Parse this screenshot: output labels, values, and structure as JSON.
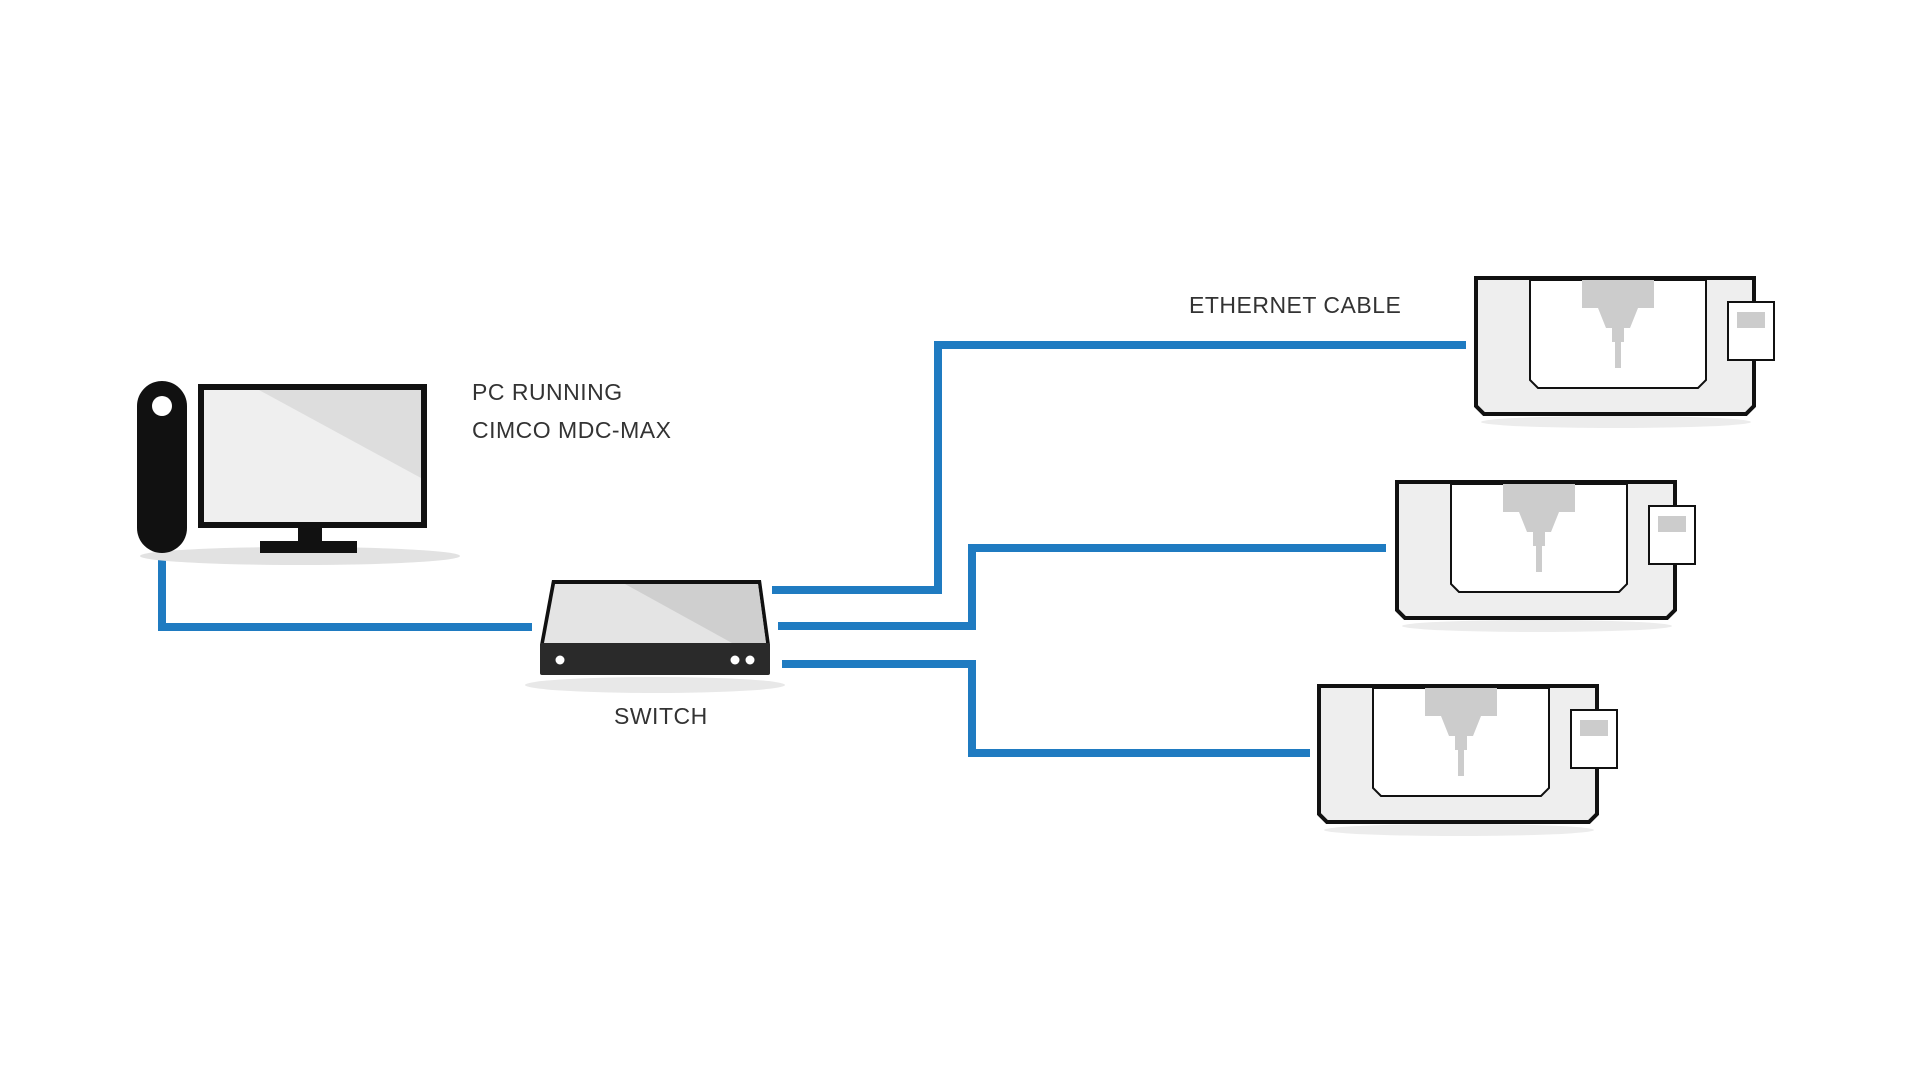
{
  "labels": {
    "pc_line1": "PC RUNNING",
    "pc_line2": "CIMCO MDC-MAX",
    "switch": "SWITCH",
    "ethernet_cable": "ETHERNET CABLE"
  },
  "colors": {
    "cable": "#1f7bc1",
    "outline": "#111111",
    "panel_light": "#eeeeee",
    "spindle": "#cccccc",
    "switch_front": "#2a2a2a"
  },
  "icons": {
    "pc": "desktop-computer-icon",
    "switch": "network-switch-icon",
    "machine": "cnc-machine-icon"
  }
}
